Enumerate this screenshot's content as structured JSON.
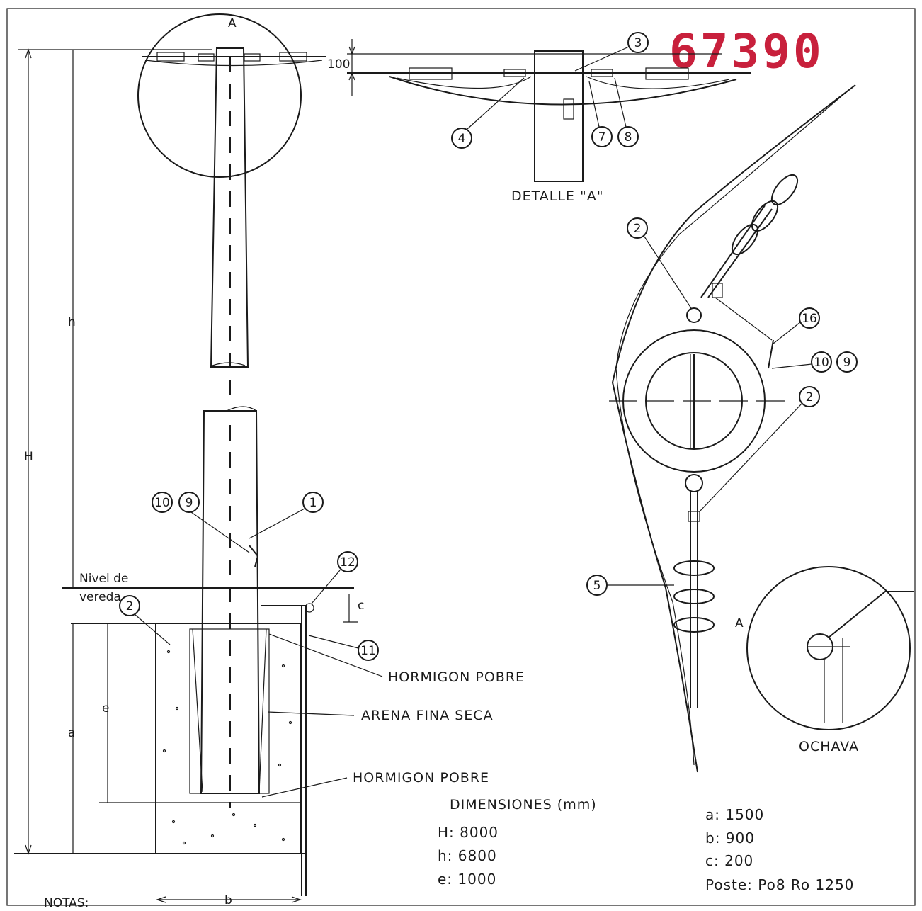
{
  "stamp": "67390",
  "detail_label": "DETALLE \"A\"",
  "circle_label": "A",
  "ochava": {
    "label": "OCHAVA",
    "letter": "A"
  },
  "dim_100": "100",
  "dims_labels": {
    "H": "H",
    "h": "h",
    "a": "a",
    "e": "e",
    "c": "c",
    "b": "b"
  },
  "ground": {
    "line1": "Nivel de",
    "line2": "vereda"
  },
  "materials": {
    "top": "HORMIGON POBRE",
    "middle": "ARENA FINA SECA",
    "bottom": "HORMIGON POBRE"
  },
  "callouts": {
    "c1": "1",
    "c2": "2",
    "c3": "3",
    "c4": "4",
    "c5": "5",
    "c7": "7",
    "c8": "8",
    "c9": "9",
    "c10": "10",
    "c11": "11",
    "c12": "12",
    "c16": "16"
  },
  "dimensiones": {
    "title": "DIMENSIONES (mm)",
    "H": "H: 8000",
    "h": "h: 6800",
    "e": "e: 1000"
  },
  "right_values": {
    "a": "a: 1500",
    "b": "b: 900",
    "c": "c: 200",
    "poste": "Poste: Po8 Ro 1250"
  },
  "notas": "NOTAS:"
}
